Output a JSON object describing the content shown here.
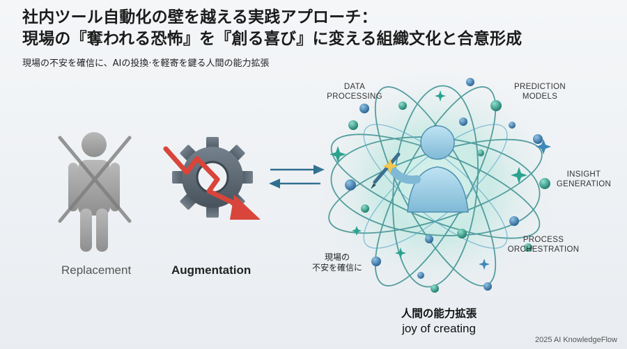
{
  "header": {
    "title_line1": "社内ツール自動化の壁を越える実践アプローチ：",
    "title_line2": "現場の『奪われる恐怖』を『創る喜び』に変える組織文化と合意形成",
    "subtitle": "現場の不安を確信に、AIの投換·を軽寄を鍵る人間の能力拡張"
  },
  "left": {
    "replacement_label": "Replacement",
    "augmentation_label": "Augmentation"
  },
  "diagram": {
    "data_processing": [
      "DATA",
      "PROCESSING"
    ],
    "prediction_models": [
      "PREDICTION",
      "MODELS"
    ],
    "insight_generation": [
      "INSIGHT",
      "GENERATION"
    ],
    "process_orchestration": [
      "PROCESS",
      "ORCHESTRATION"
    ],
    "local_confidence": [
      "現場の",
      "不安を確信に"
    ],
    "center_jp": "人間の能力拡張",
    "center_en": "joy of creating"
  },
  "footer": {
    "copyright": "2025 AI KnowledgeFlow"
  },
  "colors": {
    "teal": "#2f8a8a",
    "node_blue": "#3b78a8",
    "node_teal": "#2f9f8e",
    "x_gray": "#7a7a7a",
    "arrow_red": "#d9453a",
    "gear_dark": "#4f5b66"
  }
}
